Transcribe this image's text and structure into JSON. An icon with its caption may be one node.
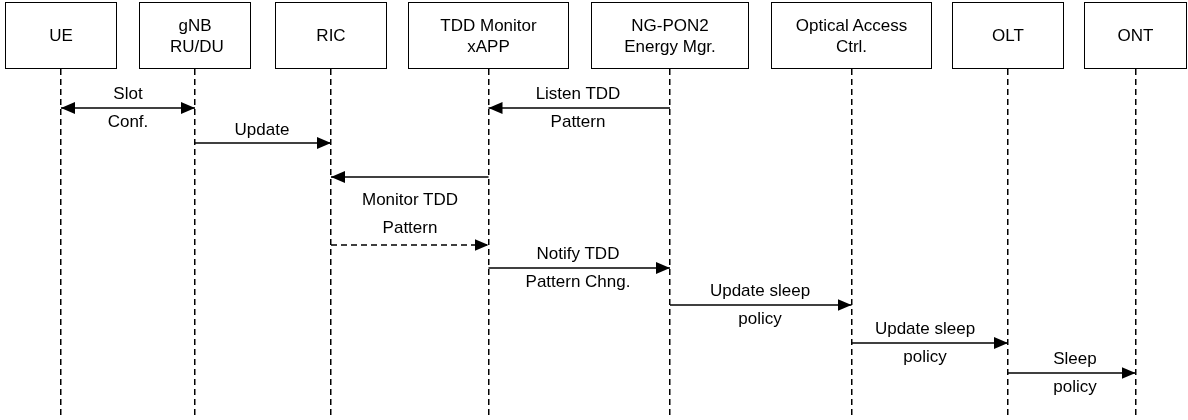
{
  "diagram": {
    "nodes": [
      {
        "text": [
          "UE"
        ]
      },
      {
        "text": [
          "gNB RU/DU"
        ]
      },
      {
        "text": [
          "RIC"
        ]
      },
      {
        "text": [
          "TDD Monitor xAPP"
        ]
      },
      {
        "text": [
          "NG-PON2 Energy Mgr."
        ]
      },
      {
        "text": [
          "Optical Access Ctrl."
        ]
      },
      {
        "text": [
          "OLT"
        ]
      },
      {
        "text": [
          "ONT"
        ]
      }
    ],
    "edges": [
      {
        "from": 0,
        "to": 1,
        "arrow": "both",
        "label": "Slot Conf."
      },
      {
        "from": 1,
        "to": 2,
        "arrow": "to",
        "label": "Update"
      },
      {
        "from": 4,
        "to": 3,
        "arrow": "to",
        "label": "Listen TDD Pattern"
      },
      {
        "from": 3,
        "to": 2,
        "arrow": "to",
        "label": "Monitor TDD Pattern"
      },
      {
        "from": 2,
        "to": 3,
        "arrow": "to",
        "style": "dashed"
      },
      {
        "from": 3,
        "to": 4,
        "arrow": "to",
        "label": "Notify TDD Pattern Chng."
      },
      {
        "from": 4,
        "to": 5,
        "arrow": "to",
        "label": "Update sleep policy"
      },
      {
        "from": 5,
        "to": 6,
        "arrow": "to",
        "label": "Update sleep policy"
      },
      {
        "from": 6,
        "to": 7,
        "arrow": "to",
        "label": "Sleep policy"
      }
    ]
  }
}
